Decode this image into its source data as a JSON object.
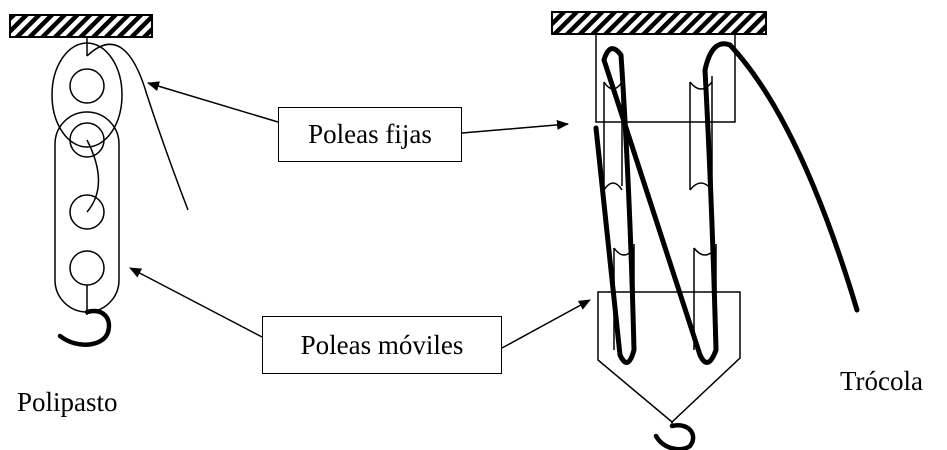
{
  "labels": {
    "fixed_pulleys": "Poleas fijas",
    "movable_pulleys": "Poleas móviles",
    "polipasto": "Polipasto",
    "trocola": "Trócola"
  },
  "colors": {
    "ink": "#000000",
    "background": "#ffffff"
  }
}
